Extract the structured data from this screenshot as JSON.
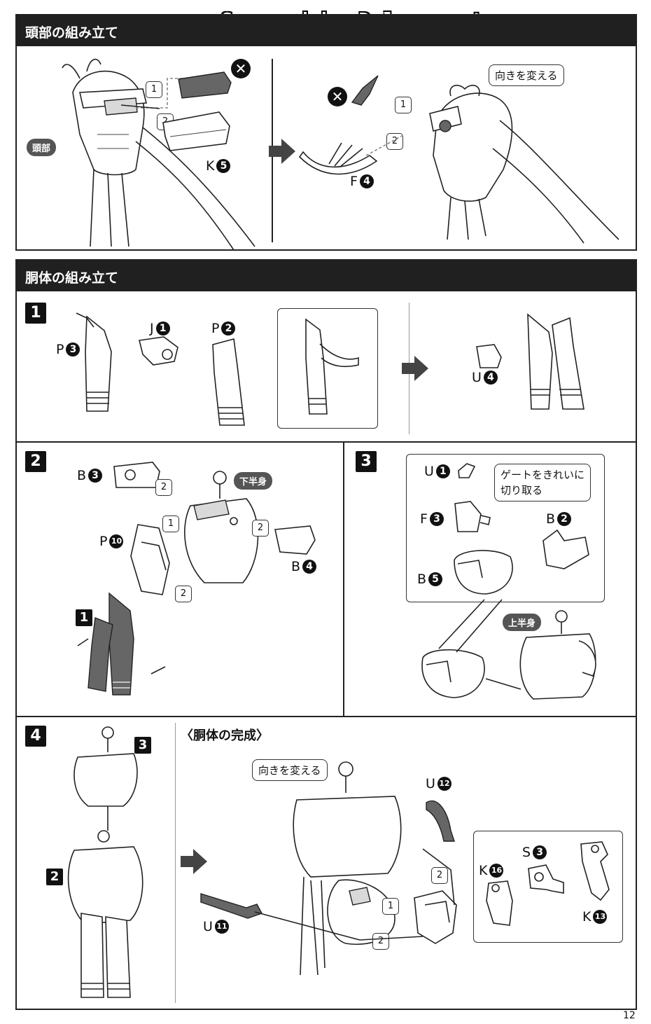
{
  "watermark": "Scanned by Dalong.net",
  "head_section": {
    "title": "頭部の組み立て",
    "head_tag": "頭部",
    "turn_callout": "向きを変える",
    "parts": {
      "k5": "K",
      "k5_num": "5",
      "f4": "F",
      "f4_num": "4"
    },
    "order": {
      "one": "1",
      "two": "2"
    },
    "x_mark": "✕"
  },
  "body_section": {
    "title": "胴体の組み立て",
    "step1": {
      "badge": "1",
      "parts": {
        "p3": "P",
        "p3_num": "3",
        "j1": "J",
        "j1_num": "1",
        "p2": "P",
        "p2_num": "2",
        "u4": "U",
        "u4_num": "4"
      }
    },
    "step2": {
      "badge": "2",
      "lower_body_tag": "下半身",
      "ref_badge": "1",
      "parts": {
        "b3": "B",
        "b3_num": "3",
        "p10": "P",
        "p10_num": "10",
        "b4": "B",
        "b4_num": "4"
      }
    },
    "step3": {
      "badge": "3",
      "gate_callout_line1": "ゲートをきれいに",
      "gate_callout_line2": "切り取る",
      "upper_body_tag": "上半身",
      "parts": {
        "u1": "U",
        "u1_num": "1",
        "f3": "F",
        "f3_num": "3",
        "b2": "B",
        "b2_num": "2",
        "b5": "B",
        "b5_num": "5"
      }
    },
    "step4": {
      "badge": "4",
      "ref3": "3",
      "ref2": "2",
      "complete_title": "〈胴体の完成〉",
      "turn_callout": "向きを変える",
      "parts": {
        "u12": "U",
        "u12_num": "12",
        "u11": "U",
        "u11_num": "11",
        "s3": "S",
        "s3_num": "3",
        "k16": "K",
        "k16_num": "16",
        "k13": "K",
        "k13_num": "13"
      }
    }
  },
  "page_number": "12"
}
